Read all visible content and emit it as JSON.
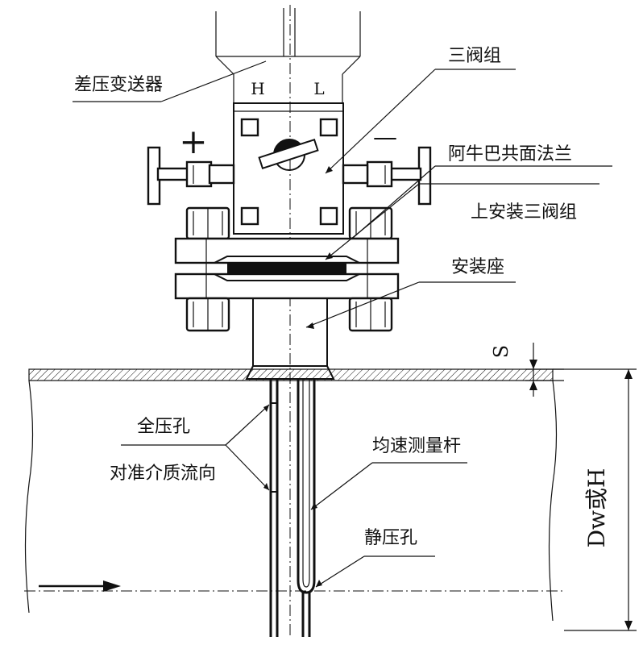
{
  "labels": {
    "transmitter": "差压变送器",
    "three_valve": "三阀组",
    "annubar_flange_1": "阿牛巴共面法兰",
    "annubar_flange_2": "上安装三阀组",
    "mount_seat": "安装座",
    "total_pressure_hole": "全压孔",
    "align_flow": "对准介质流向",
    "probe_rod": "均速测量杆",
    "static_hole": "静压孔",
    "h_port": "H",
    "l_port": "L",
    "plus": "+",
    "minus": "—",
    "s_dim": "S",
    "diameter": "Dw或H"
  },
  "icons": {
    "flow_arrow": "right-arrow-icon",
    "valve_handle": "valve-handwheel-icon"
  },
  "colors": {
    "line": "#111111",
    "background": "#ffffff"
  }
}
